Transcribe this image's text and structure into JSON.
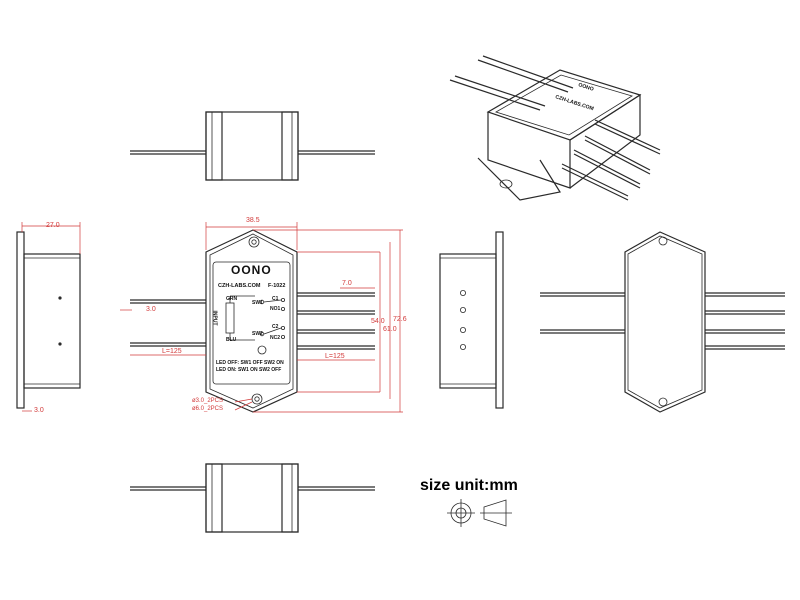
{
  "colors": {
    "line": "#2a2a2a",
    "dimension": "#d23a3a",
    "background": "#ffffff"
  },
  "front": {
    "brand": "OONO",
    "website": "CZH-LABS.COM",
    "model": "F-1022",
    "grn": "GRN",
    "blu": "BLU",
    "input": "INPUT",
    "sw1": "SW1",
    "sw2": "SW2",
    "c1": "C1",
    "no1": "NO1",
    "c2": "C2",
    "no2": "NC2",
    "led_off": "LED OFF: SW1 OFF  SW2 ON",
    "led_on": "LED ON: SW1 ON  SW2 OFF"
  },
  "dimensions": {
    "width_top": "38.5",
    "lead_right": "7.0",
    "inner_height": "54.0",
    "height_61": "61.0",
    "height_72": "72.6",
    "hole_small": "ø3.0_2PCS",
    "hole_large": "ø6.0_2PCS",
    "lead_left_len": "L=125",
    "lead_right_len": "L=125",
    "lead_left_strip": "3.0",
    "side_width": "27.0",
    "side_bottom": "3.0"
  },
  "legend": {
    "unit_label": "size unit:mm"
  }
}
